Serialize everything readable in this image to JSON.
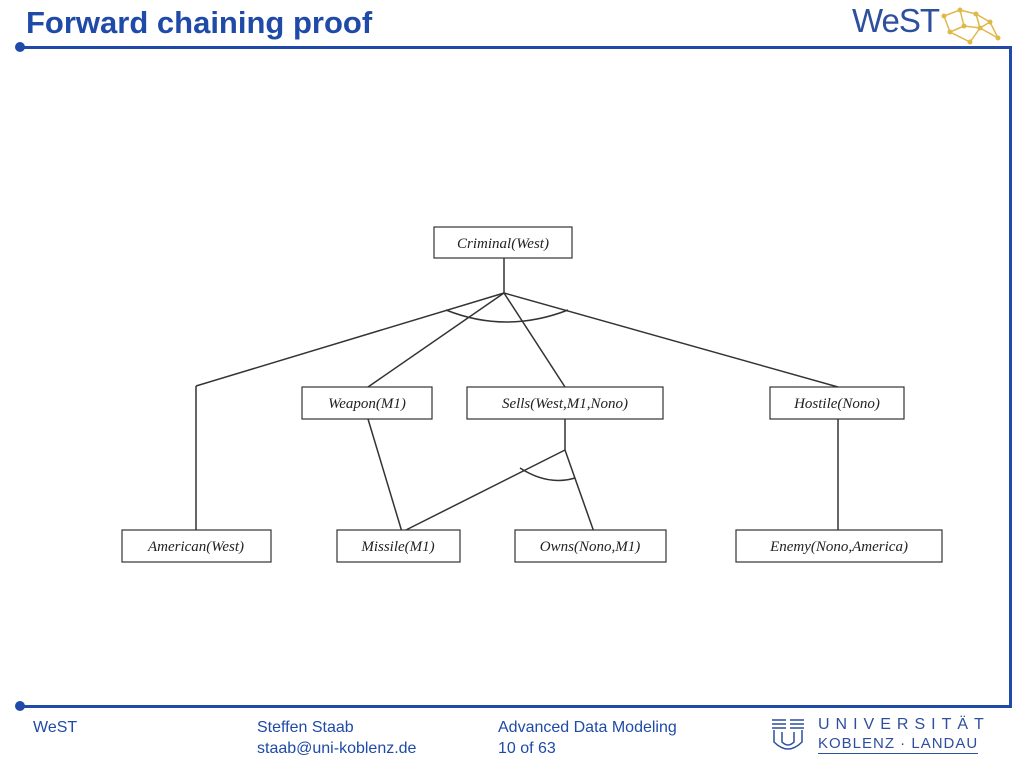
{
  "slide": {
    "title": "Forward chaining proof",
    "logo_text": "WeST"
  },
  "diagram": {
    "nodes": {
      "criminal": "Criminal(West)",
      "weapon": "Weapon(M1)",
      "sells": "Sells(West,M1,Nono)",
      "hostile": "Hostile(Nono)",
      "american": "American(West)",
      "missile": "Missile(M1)",
      "owns": "Owns(Nono,M1)",
      "enemy": "Enemy(Nono,America)"
    }
  },
  "footer": {
    "left": "WeST",
    "author": "Steffen Staab",
    "email": "staab@uni-koblenz.de",
    "course": "Advanced Data Modeling",
    "page": "10 of 63",
    "uni_name": "UNIVERSITÄT",
    "uni_sub": "KOBLENZ · LANDAU"
  },
  "colors": {
    "accent": "#1f4aa8"
  }
}
